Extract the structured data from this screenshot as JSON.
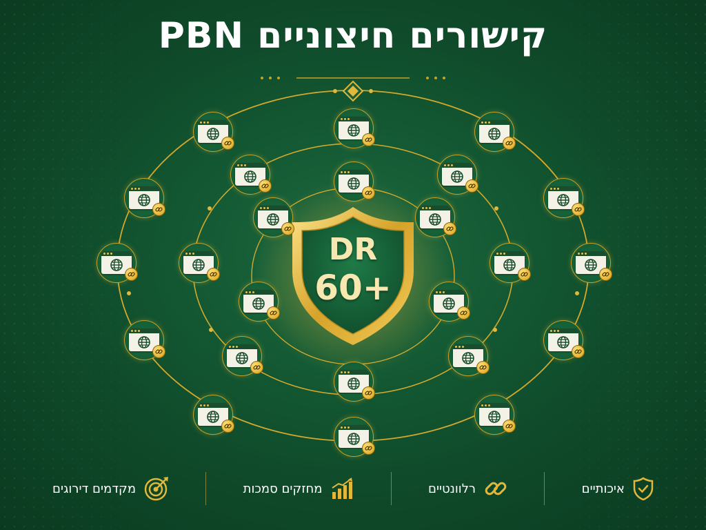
{
  "title": "קישורים חיצוניים PBN",
  "center_badge": {
    "line1": "DR",
    "line2": "60+"
  },
  "colors": {
    "gold": "#d4a92c",
    "dark_green": "#0f4a2a",
    "window_bar": "#184d2d"
  },
  "node_icon": "website-with-link-icon",
  "features": [
    {
      "label": "איכותיים",
      "icon": "shield-check-icon"
    },
    {
      "label": "רלוונטיים",
      "icon": "chain-link-icon"
    },
    {
      "label": "מחזקים סמכות",
      "icon": "growth-chart-icon"
    },
    {
      "label": "מקדמים דירוגים",
      "icon": "target-arrow-icon"
    }
  ]
}
